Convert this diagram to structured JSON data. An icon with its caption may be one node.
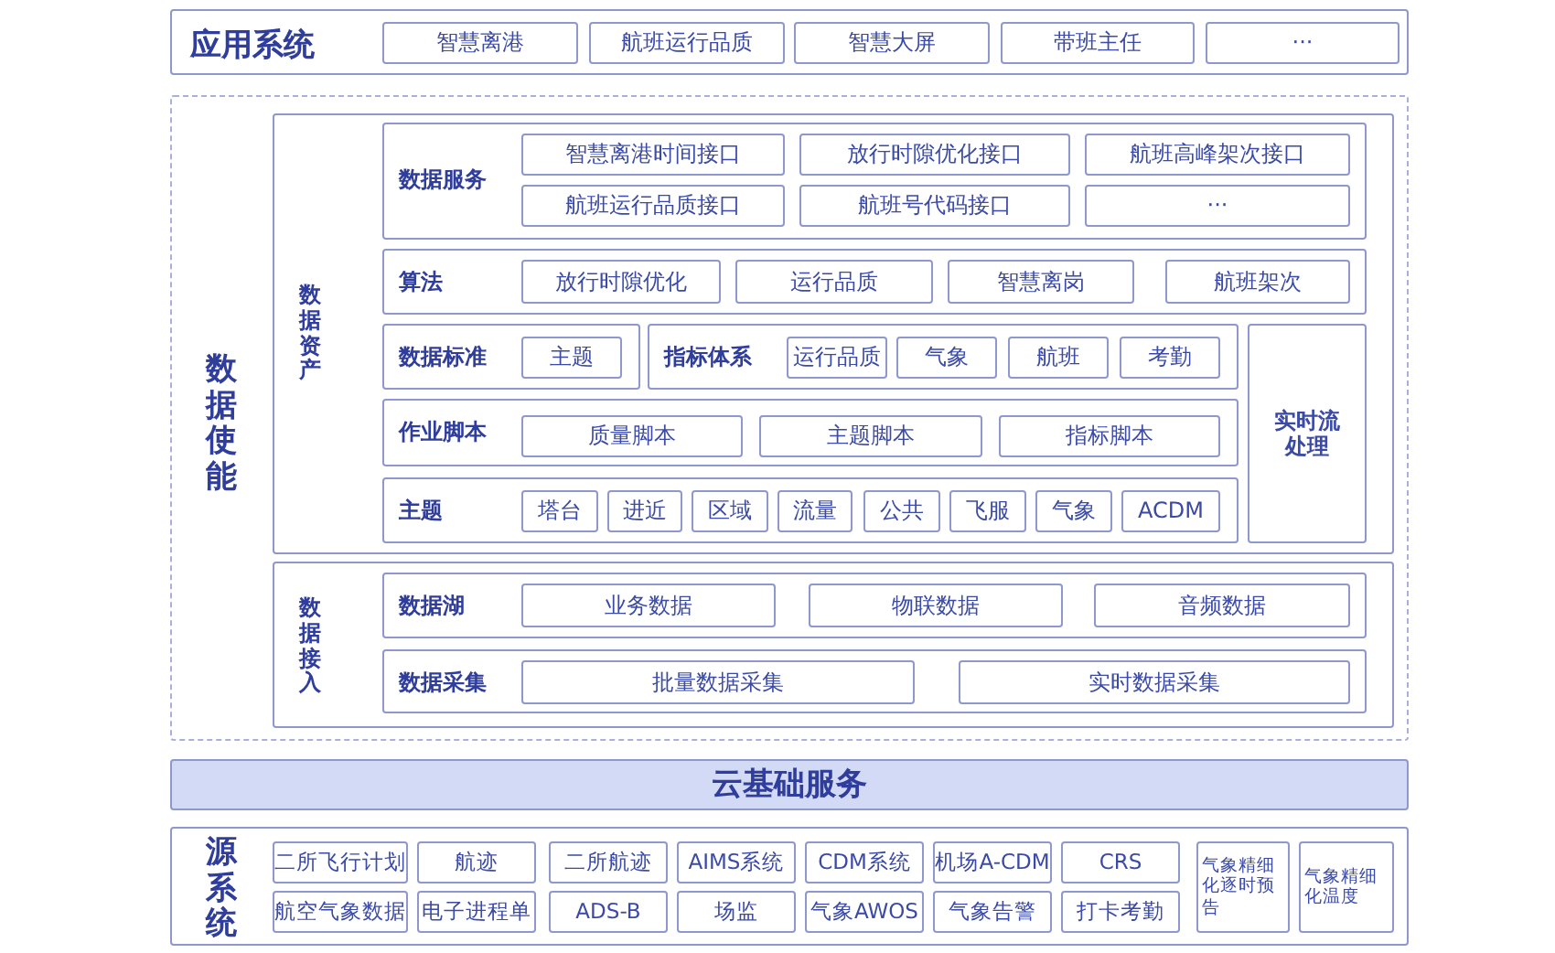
{
  "diagram": {
    "nodes": [
      {
        "text": [
          "应用系统"
        ]
      },
      {
        "text": [
          "智慧离港"
        ],
        "in": 0
      },
      {
        "text": [
          "航班运行品质"
        ],
        "in": 0
      },
      {
        "text": [
          "智慧大屏"
        ],
        "in": 0
      },
      {
        "text": [
          "带班主任"
        ],
        "in": 0
      },
      {
        "text": [
          "···"
        ],
        "in": 0
      },
      {
        "text": [
          "数据使能"
        ]
      },
      {
        "text": [
          "数据资产"
        ],
        "in": 6
      },
      {
        "text": [
          "数据服务"
        ],
        "in": 7
      },
      {
        "text": [
          "智慧离港时间接口"
        ],
        "in": 8
      },
      {
        "text": [
          "放行时隙优化接口"
        ],
        "in": 8
      },
      {
        "text": [
          "航班高峰架次接口"
        ],
        "in": 8
      },
      {
        "text": [
          "航班运行品质接口"
        ],
        "in": 8
      },
      {
        "text": [
          "航班号代码接口"
        ],
        "in": 8
      },
      {
        "text": [
          "···"
        ],
        "in": 8
      },
      {
        "text": [
          "算法"
        ],
        "in": 7
      },
      {
        "text": [
          "放行时隙优化"
        ],
        "in": 15
      },
      {
        "text": [
          "运行品质"
        ],
        "in": 15
      },
      {
        "text": [
          "智慧离岗"
        ],
        "in": 15
      },
      {
        "text": [
          "航班架次"
        ],
        "in": 15
      },
      {
        "text": [
          "数据标准"
        ],
        "in": 7
      },
      {
        "text": [
          "主题"
        ],
        "in": 20
      },
      {
        "text": [
          "指标体系"
        ],
        "in": 7
      },
      {
        "text": [
          "运行品质"
        ],
        "in": 22
      },
      {
        "text": [
          "气象"
        ],
        "in": 22
      },
      {
        "text": [
          "航班"
        ],
        "in": 22
      },
      {
        "text": [
          "考勤"
        ],
        "in": 22
      },
      {
        "text": [
          "作业脚本"
        ],
        "in": 7
      },
      {
        "text": [
          "质量脚本"
        ],
        "in": 27
      },
      {
        "text": [
          "主题脚本"
        ],
        "in": 27
      },
      {
        "text": [
          "指标脚本"
        ],
        "in": 27
      },
      {
        "text": [
          "主题"
        ],
        "in": 7
      },
      {
        "text": [
          "塔台"
        ],
        "in": 31
      },
      {
        "text": [
          "进近"
        ],
        "in": 31
      },
      {
        "text": [
          "区域"
        ],
        "in": 31
      },
      {
        "text": [
          "流量"
        ],
        "in": 31
      },
      {
        "text": [
          "公共"
        ],
        "in": 31
      },
      {
        "text": [
          "飞服"
        ],
        "in": 31
      },
      {
        "text": [
          "气象"
        ],
        "in": 31
      },
      {
        "text": [
          "ACDM"
        ],
        "in": 31
      },
      {
        "text": [
          "实时流处理"
        ],
        "in": 7
      },
      {
        "text": [
          "数据接入"
        ],
        "in": 6
      },
      {
        "text": [
          "数据湖"
        ],
        "in": 41
      },
      {
        "text": [
          "业务数据"
        ],
        "in": 42
      },
      {
        "text": [
          "物联数据"
        ],
        "in": 42
      },
      {
        "text": [
          "音频数据"
        ],
        "in": 42
      },
      {
        "text": [
          "数据采集"
        ],
        "in": 41
      },
      {
        "text": [
          "批量数据采集"
        ],
        "in": 46
      },
      {
        "text": [
          "实时数据采集"
        ],
        "in": 46
      },
      {
        "text": [
          "云基础服务"
        ]
      },
      {
        "text": [
          "源系统"
        ]
      },
      {
        "text": [
          "二所飞行计划"
        ],
        "in": 50
      },
      {
        "text": [
          "航迹"
        ],
        "in": 50
      },
      {
        "text": [
          "二所航迹"
        ],
        "in": 50
      },
      {
        "text": [
          "AIMS系统"
        ],
        "in": 50
      },
      {
        "text": [
          "CDM系统"
        ],
        "in": 50
      },
      {
        "text": [
          "机场A-CDM"
        ],
        "in": 50
      },
      {
        "text": [
          "CRS"
        ],
        "in": 50
      },
      {
        "text": [
          "气象精细化逐时预告"
        ],
        "in": 50
      },
      {
        "text": [
          "气象精细化温度"
        ],
        "in": 50
      },
      {
        "text": [
          "航空气象数据"
        ],
        "in": 50
      },
      {
        "text": [
          "电子进程单"
        ],
        "in": 50
      },
      {
        "text": [
          "ADS-B"
        ],
        "in": 50
      },
      {
        "text": [
          "场监"
        ],
        "in": 50
      },
      {
        "text": [
          "气象AWOS"
        ],
        "in": 50
      },
      {
        "text": [
          "气象告警"
        ],
        "in": 50
      },
      {
        "text": [
          "打卡考勤"
        ],
        "in": 50
      }
    ]
  }
}
